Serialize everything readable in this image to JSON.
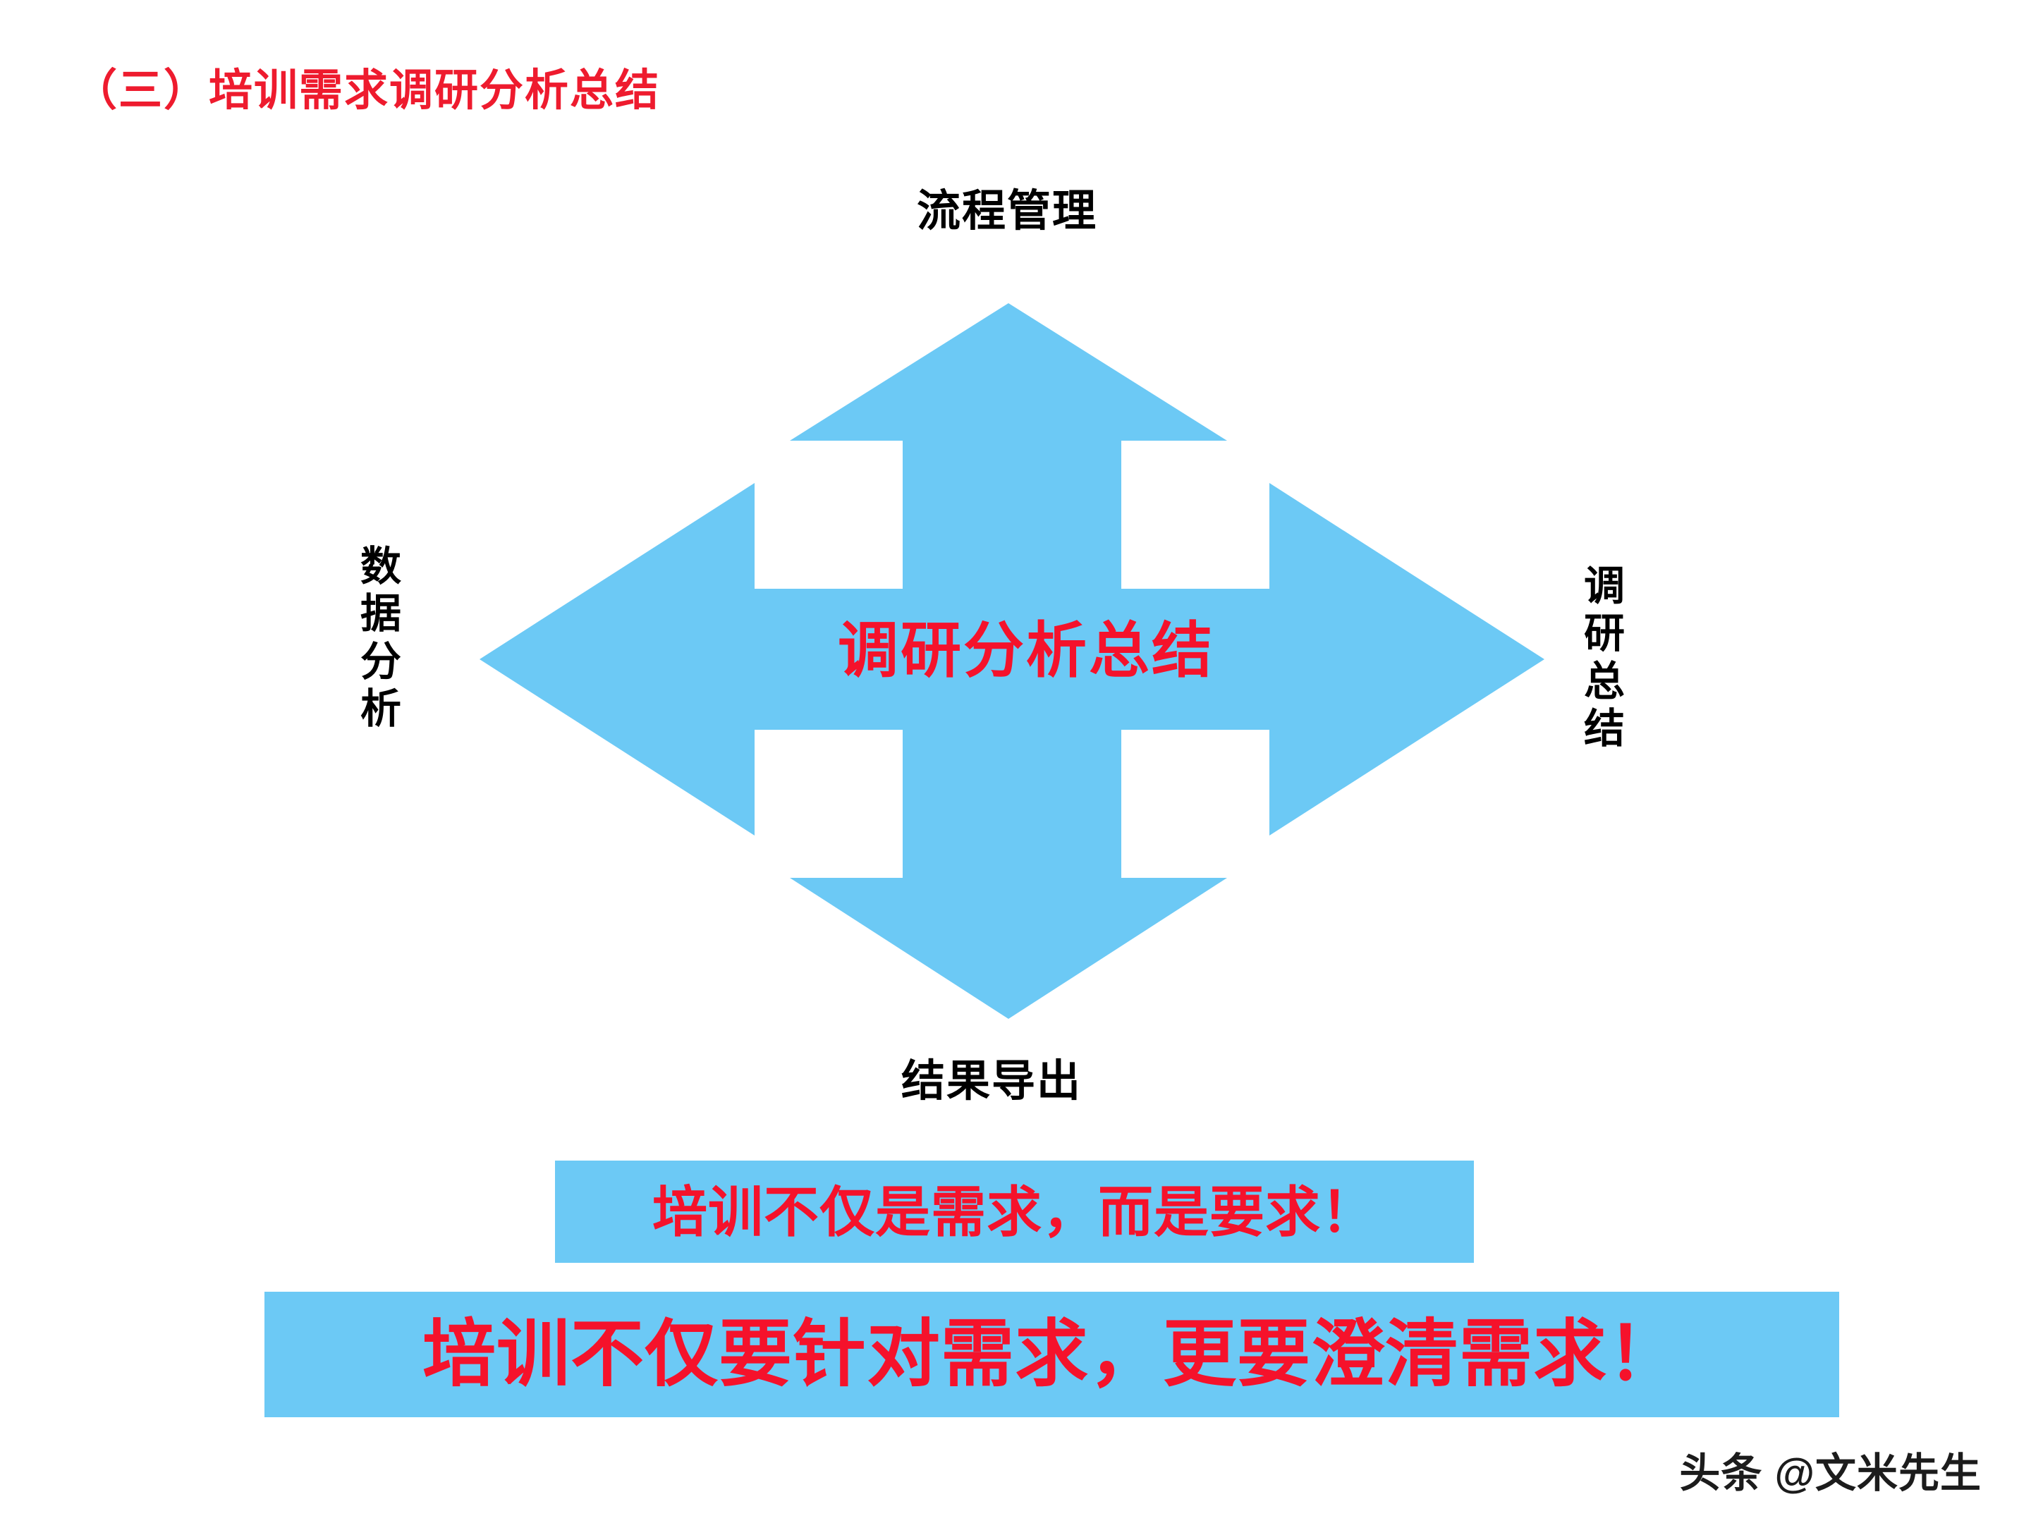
{
  "slide": {
    "title": "（三）培训需求调研分析总结",
    "title_color": "#ee1b2e",
    "background_color": "#ffffff"
  },
  "diagram": {
    "type": "four-way-arrow",
    "shape_color": "#6cc9f5",
    "center_label": "调研分析总结",
    "center_label_color": "#f5122b",
    "labels": {
      "top": "流程管理",
      "right": "调研总结",
      "bottom": "结果导出",
      "left": "数据分析"
    },
    "label_color": "#000000"
  },
  "banners": [
    {
      "text": "培训不仅是需求，而是要求！",
      "background": "#6cc9f5",
      "text_color": "#f5122b"
    },
    {
      "text": "培训不仅要针对需求，更要澄清需求！",
      "background": "#6cc9f5",
      "text_color": "#f5122b"
    }
  ],
  "watermark": {
    "text": "头条 @文米先生"
  }
}
